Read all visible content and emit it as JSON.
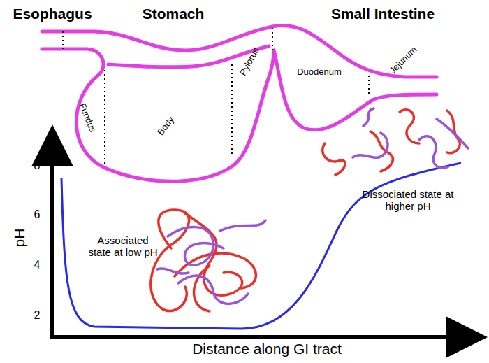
{
  "diagram": {
    "labels": [
      "Esophagus",
      "Stomach",
      "Small Intestine",
      "Fundus",
      "Body",
      "Pylorus",
      "Duodenum",
      "Jejunum",
      "pH",
      "8",
      "6",
      "4",
      "2",
      "Distance along GI tract",
      "Associated state at low pH",
      "Dissociated state at higher pH"
    ]
  }
}
